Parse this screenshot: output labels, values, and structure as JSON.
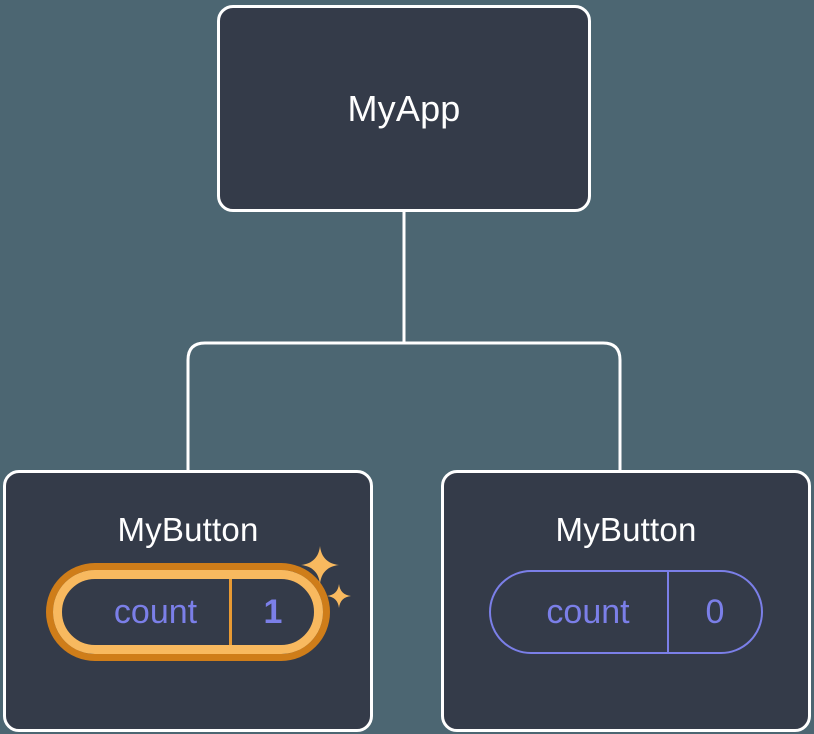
{
  "diagram": {
    "type": "component-tree",
    "background_color": "#4c6672",
    "node_fill": "#343b49",
    "node_border": "#ffffff",
    "connector_color": "#ffffff",
    "state_color": "#7b7fe8",
    "highlight_color": "#f8b95f",
    "highlight_ring_color": "#cf7d19"
  },
  "root": {
    "title": "MyApp"
  },
  "children": [
    {
      "title": "MyButton",
      "state": {
        "key": "count",
        "value": "1",
        "highlighted": true,
        "sparkles": 2
      }
    },
    {
      "title": "MyButton",
      "state": {
        "key": "count",
        "value": "0",
        "highlighted": false,
        "sparkles": 0
      }
    }
  ]
}
